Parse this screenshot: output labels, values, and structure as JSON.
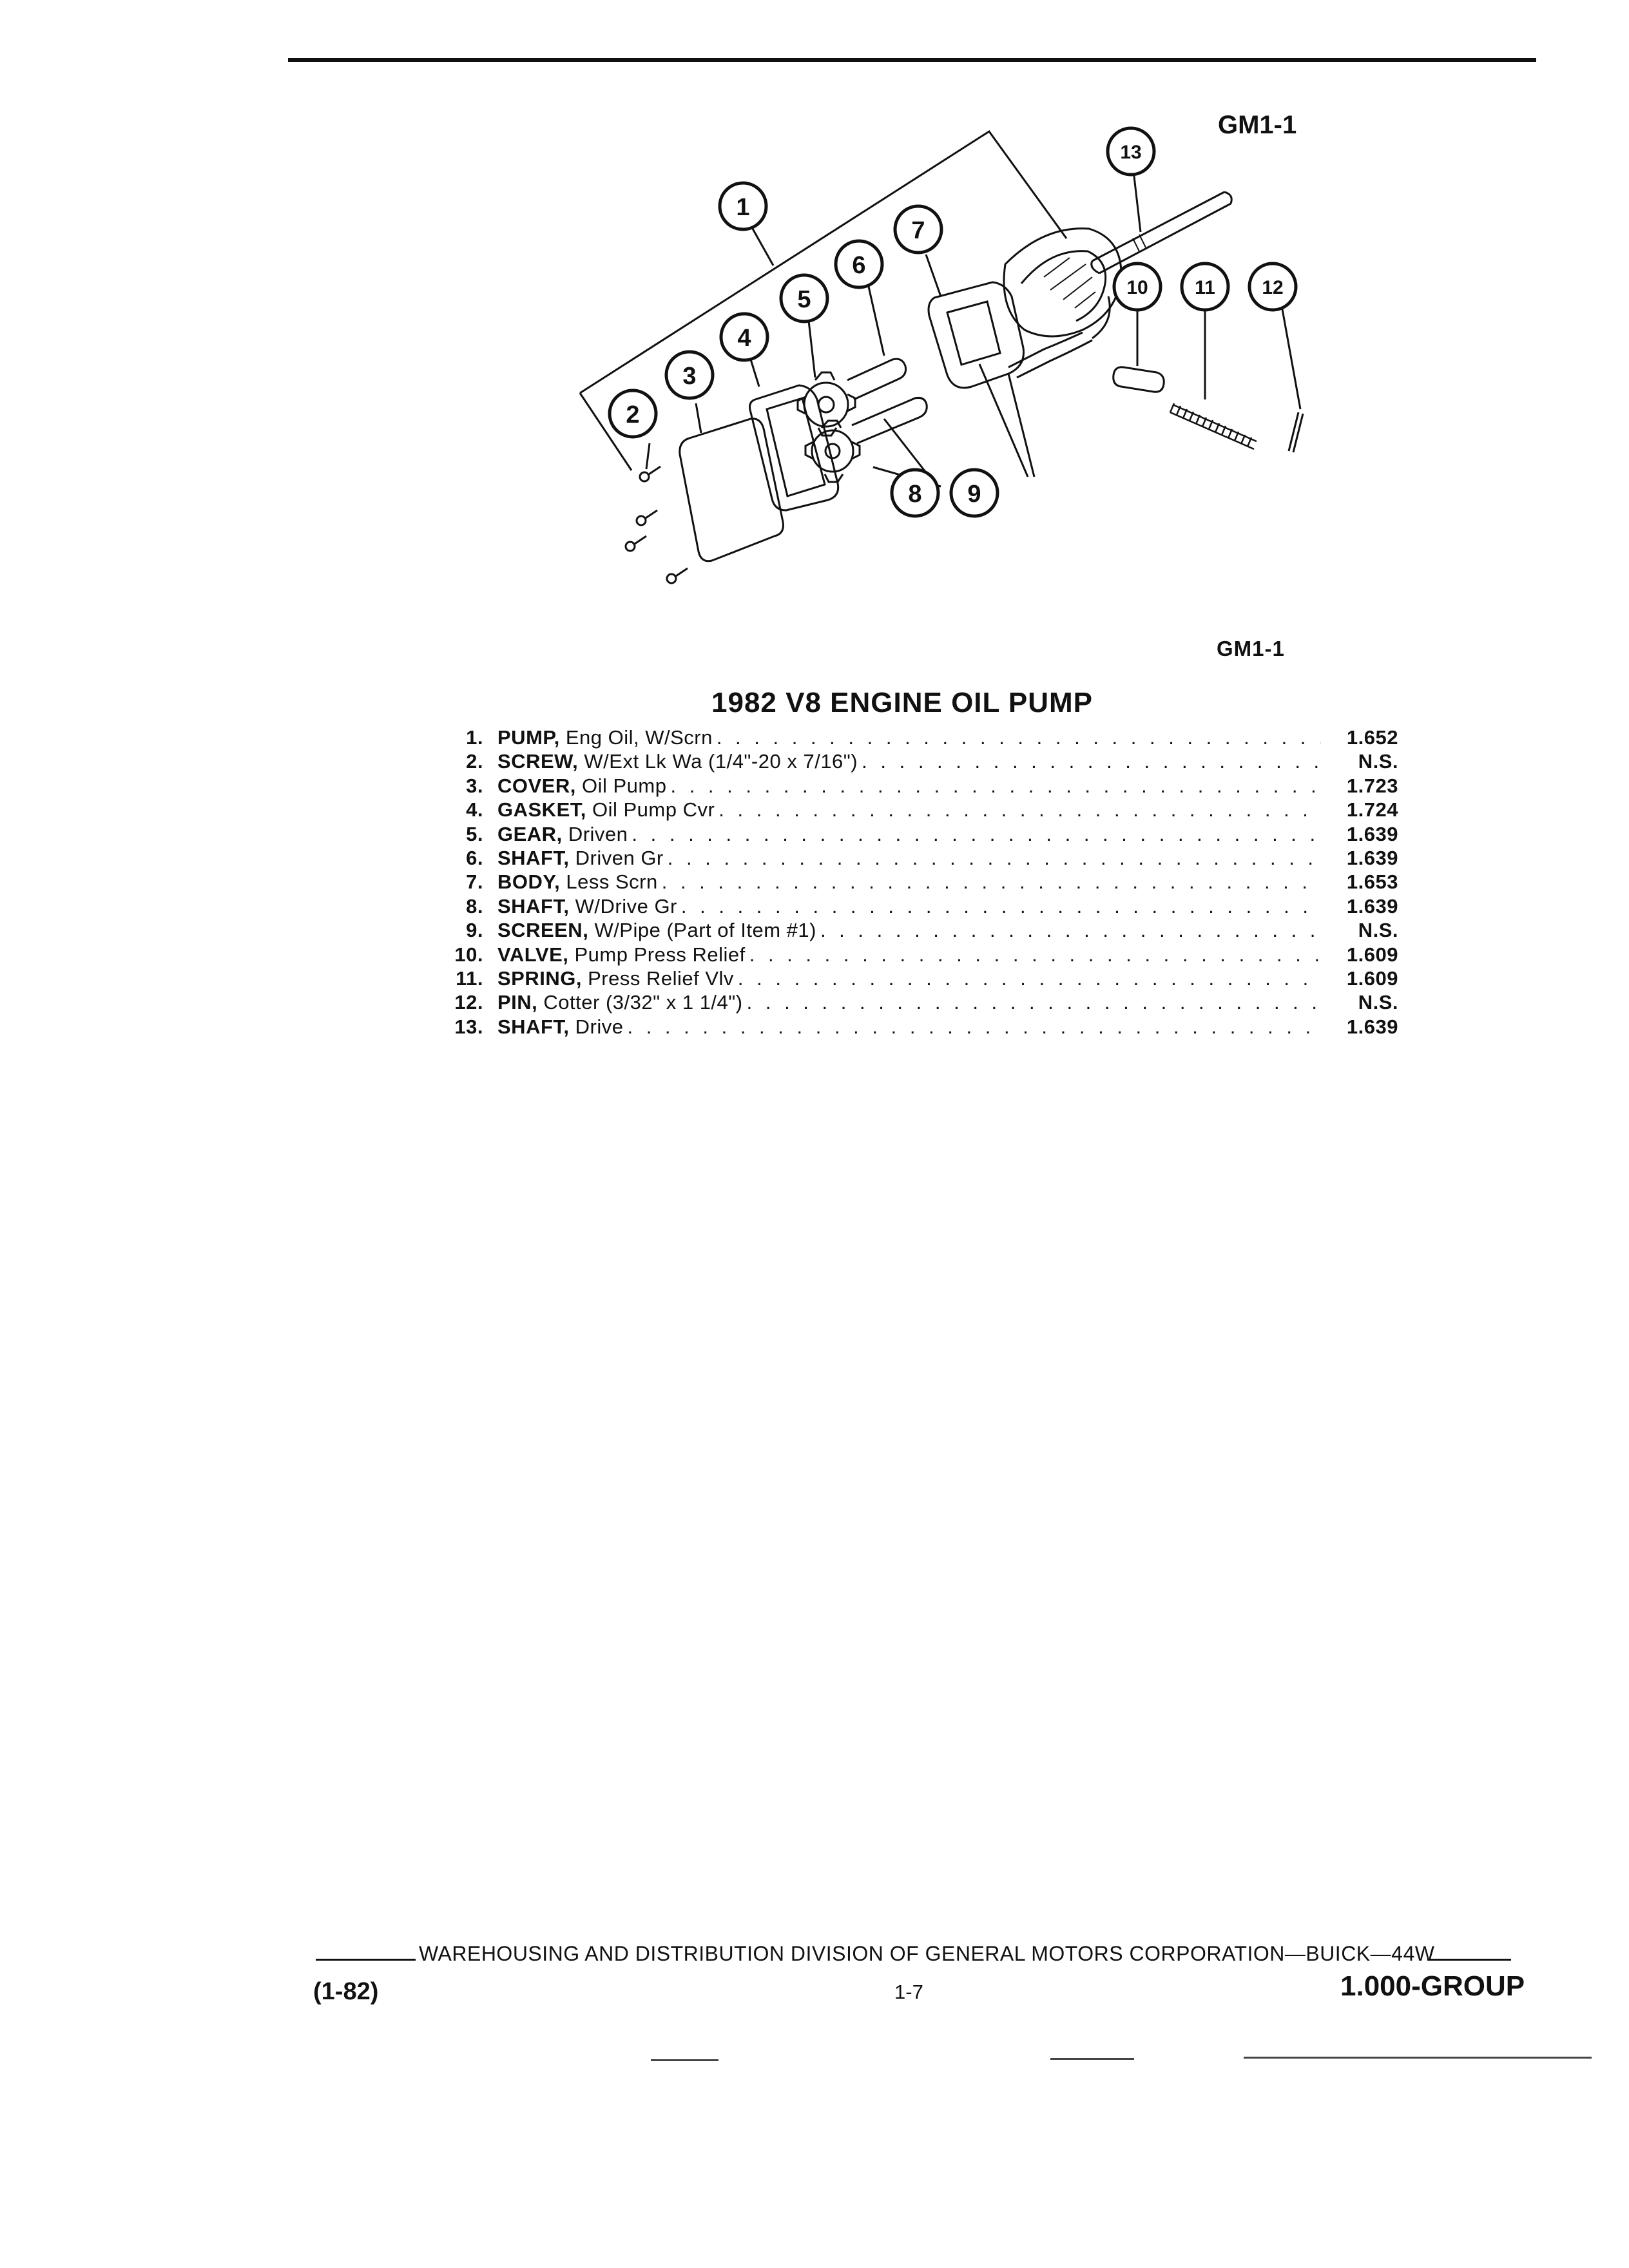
{
  "figure": {
    "code_top": "GM1-1",
    "code_bottom": "GM1-1",
    "callouts": [
      "1",
      "2",
      "3",
      "4",
      "5",
      "6",
      "7",
      "8",
      "9",
      "10",
      "11",
      "12",
      "13"
    ]
  },
  "title": "1982 V8 ENGINE OIL PUMP",
  "parts": [
    {
      "num": "1.",
      "name": "PUMP,",
      "desc": "Eng Oil, W/Scrn",
      "ref": "1.652"
    },
    {
      "num": "2.",
      "name": "SCREW,",
      "desc": "W/Ext Lk Wa (1/4\"-20 x 7/16\")",
      "ref": "N.S."
    },
    {
      "num": "3.",
      "name": "COVER,",
      "desc": "Oil Pump",
      "ref": "1.723"
    },
    {
      "num": "4.",
      "name": "GASKET,",
      "desc": "Oil Pump Cvr",
      "ref": "1.724"
    },
    {
      "num": "5.",
      "name": "GEAR,",
      "desc": "Driven",
      "ref": "1.639"
    },
    {
      "num": "6.",
      "name": "SHAFT,",
      "desc": "Driven Gr",
      "ref": "1.639"
    },
    {
      "num": "7.",
      "name": "BODY,",
      "desc": "Less Scrn",
      "ref": "1.653"
    },
    {
      "num": "8.",
      "name": "SHAFT,",
      "desc": "W/Drive Gr",
      "ref": "1.639"
    },
    {
      "num": "9.",
      "name": "SCREEN,",
      "desc": "W/Pipe (Part of Item #1)",
      "ref": "N.S."
    },
    {
      "num": "10.",
      "name": "VALVE,",
      "desc": "Pump Press Relief",
      "ref": "1.609"
    },
    {
      "num": "11.",
      "name": "SPRING,",
      "desc": "Press Relief Vlv",
      "ref": "1.609"
    },
    {
      "num": "12.",
      "name": "PIN,",
      "desc": "Cotter (3/32\" x 1 1/4\")",
      "ref": "N.S."
    },
    {
      "num": "13.",
      "name": "SHAFT,",
      "desc": "Drive",
      "ref": "1.639"
    }
  ],
  "footer": {
    "line": "WAREHOUSING AND DISTRIBUTION  DIVISION OF GENERAL MOTORS CORPORATION—BUICK—44W",
    "date": "(1-82)",
    "page": "1-7",
    "group": "1.000-GROUP"
  }
}
